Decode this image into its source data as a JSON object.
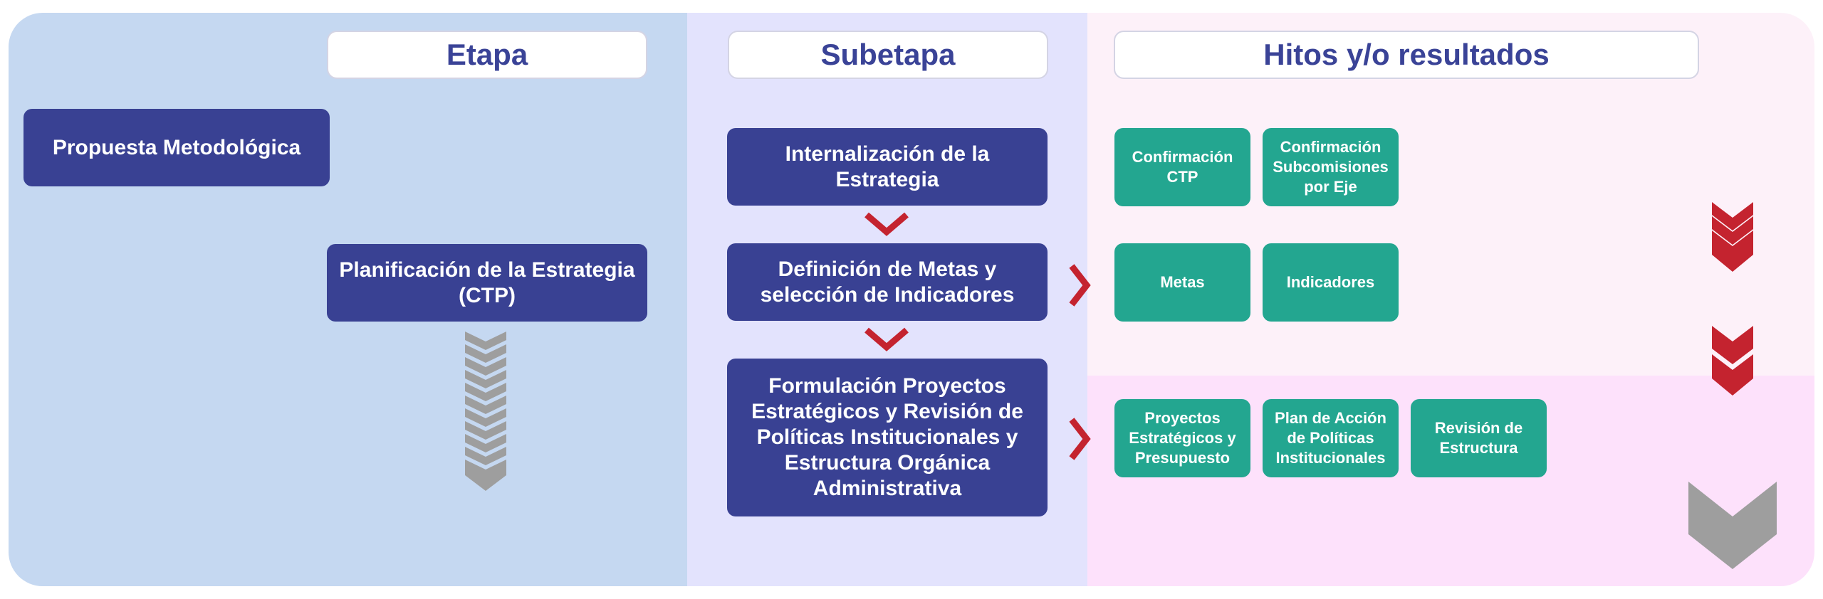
{
  "headers": {
    "etapa": "Etapa",
    "subetapa": "Subetapa",
    "hitos": "Hitos y/o resultados"
  },
  "etapa": {
    "propuesta": "Propuesta Metodológica",
    "planificacion": "Planificación de la Estrategia\n(CTP)"
  },
  "subetapa": {
    "internalizacion": "Internalización de la\nEstrategia",
    "definicion": "Definición de Metas y\nselección de Indicadores",
    "formulacion": "Formulación Proyectos\nEstratégicos y Revisión de\nPolíticas Institucionales y\nEstructura Orgánica\nAdministrativa"
  },
  "hitos": {
    "confirmacion_ctp": "Confirmación\nCTP",
    "confirmacion_subcomisiones": "Confirmación\nSubcomisiones\npor Eje",
    "metas": "Metas",
    "indicadores": "Indicadores",
    "proyectos": "Proyectos\nEstratégicos y\nPresupuesto",
    "plan_accion": "Plan de Acción\nde Políticas\nInstitucionales",
    "revision": "Revisión de\nEstructura"
  },
  "colors": {
    "panel_etapa": "#c5d8f1",
    "panel_subetapa": "#e3e3fd",
    "panel_hitos_top": "#fdf1f9",
    "panel_hitos_bottom": "#fde1fb",
    "box_navy": "#394193",
    "hito_green": "#23a690",
    "arrow_red": "#c4232f",
    "arrow_gray": "#9e9e9e"
  }
}
